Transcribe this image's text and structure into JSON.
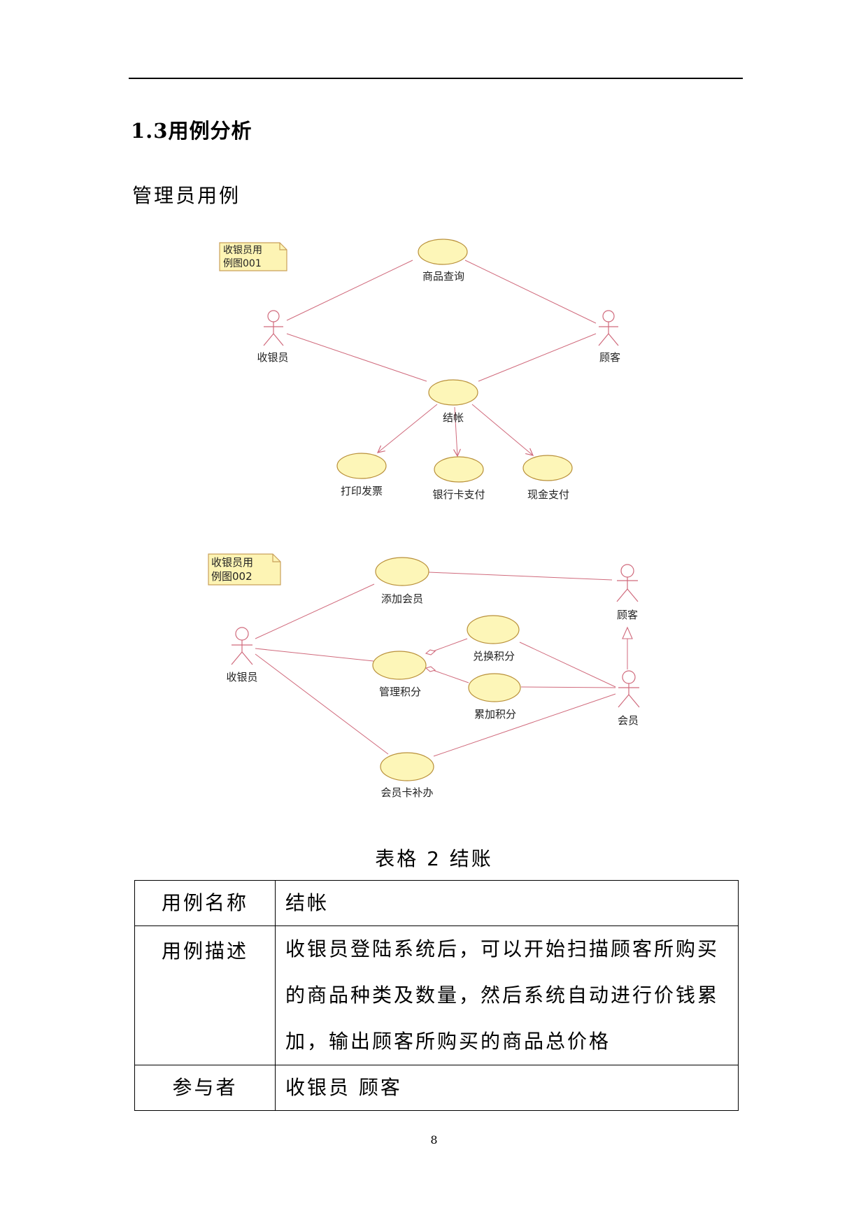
{
  "section_title": "1.3用例分析",
  "subheading": "管理员用例",
  "diagram1": {
    "note": [
      "收银员用",
      "例图001"
    ],
    "actors": {
      "cashier": "收银员",
      "customer": "顾客"
    },
    "usecases": {
      "query": "商品查询",
      "checkout": "结帐",
      "print": "打印发票",
      "bankcard": "银行卡支付",
      "cash": "现金支付"
    }
  },
  "diagram2": {
    "note": [
      "收银员用",
      "例图002"
    ],
    "actors": {
      "cashier": "收银员",
      "customer": "顾客",
      "member": "会员"
    },
    "usecases": {
      "add_member": "添加会员",
      "exchange_points": "兑换积分",
      "manage_points": "管理积分",
      "accumulate_points": "累加积分",
      "card_reissue": "会员卡补办"
    }
  },
  "table_caption": "表格 2 结账",
  "table": {
    "rows": [
      {
        "key": "用例名称",
        "value": "结帐"
      },
      {
        "key": "用例描述",
        "value": "收银员登陆系统后，可以开始扫描顾客所购买的商品种类及数量，然后系统自动进行价钱累加，输出顾客所购买的商品总价格"
      },
      {
        "key": "参与者",
        "value": "收银员 顾客"
      }
    ]
  },
  "page_number": "8",
  "colors": {
    "line": "#d06a7c",
    "ellipse_fill": "#fdf6b8",
    "ellipse_stroke": "#b9903a",
    "note_fill": "#fdf4b4",
    "note_stroke": "#c9a05a"
  }
}
